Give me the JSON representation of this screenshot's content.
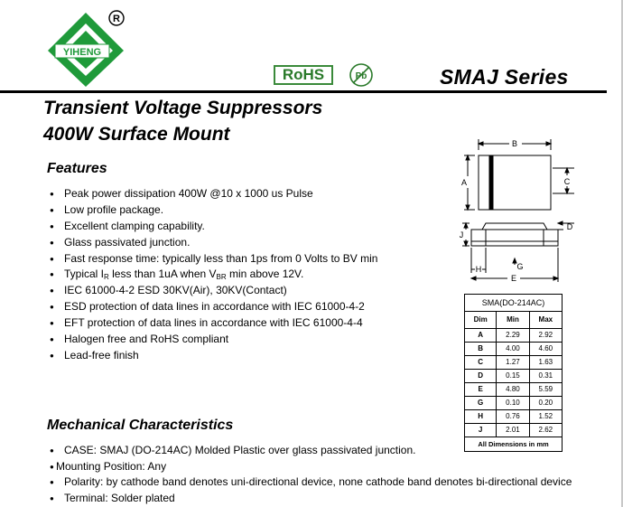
{
  "brand": {
    "name": "YIHENG",
    "registered": "®",
    "rohs_label": "RoHS",
    "pb_label": "Pb"
  },
  "header": {
    "series": "SMAJ  Series"
  },
  "title": {
    "line1": "Transient Voltage Suppressors",
    "line2": "400W Surface Mount"
  },
  "features": {
    "heading": "Features",
    "items": [
      "Peak power dissipation 400W @10 x 1000 us Pulse",
      "Low profile package.",
      "Excellent clamping capability.",
      "Glass passivated junction.",
      "Fast response time: typically less than 1ps from 0 Volts to BV min",
      {
        "a": "Typical I",
        "sub1": "R",
        "b": " less than 1uA when V",
        "sub2": "BR",
        "c": " min above 12V."
      },
      "IEC 61000-4-2 ESD 30KV(Air), 30KV(Contact)",
      "ESD protection of data lines in accordance with IEC 61000-4-2",
      "EFT protection of data lines in accordance with IEC 61000-4-4",
      "Halogen free and RoHS compliant",
      "Lead-free finish"
    ]
  },
  "mechanical": {
    "heading": "Mechanical Characteristics",
    "items": [
      "CASE: SMAJ (DO-214AC) Molded Plastic over glass passivated junction.",
      "Mounting Position: Any",
      "Polarity: by cathode band denotes uni-directional device, none cathode band denotes bi-directional device",
      "Terminal: Solder plated"
    ]
  },
  "package_drawing": {
    "labels": {
      "A": "A",
      "B": "B",
      "C": "C",
      "D": "D",
      "E": "E",
      "G": "G",
      "H": "H",
      "J": "J"
    }
  },
  "dimensions": {
    "caption": "SMA(DO-214AC)",
    "headers": [
      "Dim",
      "Min",
      "Max"
    ],
    "rows": [
      [
        "A",
        "2.29",
        "2.92"
      ],
      [
        "B",
        "4.00",
        "4.60"
      ],
      [
        "C",
        "1.27",
        "1.63"
      ],
      [
        "D",
        "0.15",
        "0.31"
      ],
      [
        "E",
        "4.80",
        "5.59"
      ],
      [
        "G",
        "0.10",
        "0.20"
      ],
      [
        "H",
        "0.76",
        "1.52"
      ],
      [
        "J",
        "2.01",
        "2.62"
      ]
    ],
    "footer": "All Dimensions in mm"
  },
  "colors": {
    "logo_green": "#1f9a3a",
    "rohs_green": "#2a7a2a"
  }
}
